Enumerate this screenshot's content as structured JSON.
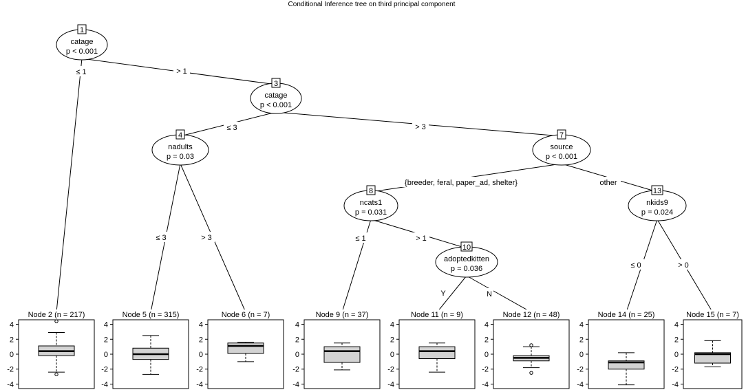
{
  "title": "Conditional Inference tree on third principal component",
  "inner_nodes": [
    {
      "id": "1",
      "variable": "catage",
      "p": "p < 0.001"
    },
    {
      "id": "3",
      "variable": "catage",
      "p": "p < 0.001"
    },
    {
      "id": "4",
      "variable": "nadults",
      "p": "p = 0.03"
    },
    {
      "id": "7",
      "variable": "source",
      "p": "p < 0.001"
    },
    {
      "id": "8",
      "variable": "ncats1",
      "p": "p = 0.031"
    },
    {
      "id": "10",
      "variable": "adoptedkitten",
      "p": "p = 0.036"
    },
    {
      "id": "13",
      "variable": "nkids9",
      "p": "p = 0.024"
    }
  ],
  "edges": [
    {
      "from": "1",
      "to": "2",
      "label": "≤ 1"
    },
    {
      "from": "1",
      "to": "3",
      "label": "> 1"
    },
    {
      "from": "3",
      "to": "4",
      "label": "≤ 3"
    },
    {
      "from": "3",
      "to": "7",
      "label": "> 3"
    },
    {
      "from": "4",
      "to": "5",
      "label": "≤ 3"
    },
    {
      "from": "4",
      "to": "6",
      "label": "> 3"
    },
    {
      "from": "7",
      "to": "8",
      "label": "{breeder, feral, paper_ad, shelter}"
    },
    {
      "from": "7",
      "to": "13",
      "label": "other"
    },
    {
      "from": "8",
      "to": "9",
      "label": "≤ 1"
    },
    {
      "from": "8",
      "to": "10",
      "label": "> 1"
    },
    {
      "from": "10",
      "to": "11",
      "label": "Y"
    },
    {
      "from": "10",
      "to": "12",
      "label": "N"
    },
    {
      "from": "13",
      "to": "14",
      "label": "≤ 0"
    },
    {
      "from": "13",
      "to": "15",
      "label": "> 0"
    }
  ],
  "y_axis": {
    "ticks": [
      "4",
      "2",
      "0",
      "-2",
      "-4"
    ],
    "range": [
      -4.6,
      4.6
    ]
  },
  "leaves": [
    {
      "id": "2",
      "title": "Node 2 (n = 217)",
      "box": {
        "min": -2.4,
        "q1": -0.2,
        "median": 0.4,
        "q3": 1.1,
        "max": 2.9
      },
      "outliers": [
        4.4,
        -2.7
      ]
    },
    {
      "id": "5",
      "title": "Node 5 (n = 315)",
      "box": {
        "min": -2.7,
        "q1": -0.7,
        "median": 0.0,
        "q3": 0.8,
        "max": 2.5
      },
      "outliers": []
    },
    {
      "id": "6",
      "title": "Node 6 (n = 7)",
      "box": {
        "min": -1.0,
        "q1": 0.1,
        "median": 1.1,
        "q3": 1.5,
        "max": 1.6
      },
      "outliers": []
    },
    {
      "id": "9",
      "title": "Node 9 (n = 37)",
      "box": {
        "min": -2.1,
        "q1": -1.1,
        "median": 0.4,
        "q3": 1.0,
        "max": 1.5
      },
      "outliers": []
    },
    {
      "id": "11",
      "title": "Node 11 (n = 9)",
      "box": {
        "min": -2.4,
        "q1": -0.6,
        "median": 0.4,
        "q3": 1.0,
        "max": 1.5
      },
      "outliers": []
    },
    {
      "id": "12",
      "title": "Node 12 (n = 48)",
      "box": {
        "min": -1.8,
        "q1": -0.9,
        "median": -0.5,
        "q3": -0.2,
        "max": 1.0
      },
      "outliers": [
        1.2,
        -2.5
      ]
    },
    {
      "id": "14",
      "title": "Node 14 (n = 25)",
      "box": {
        "min": -4.1,
        "q1": -2.0,
        "median": -1.1,
        "q3": -0.9,
        "max": 0.2
      },
      "outliers": []
    },
    {
      "id": "15",
      "title": "Node 15 (n = 7)",
      "box": {
        "min": -1.7,
        "q1": -1.2,
        "median": 0.0,
        "q3": 0.2,
        "max": 1.8
      },
      "outliers": []
    }
  ],
  "colors": {
    "box_fill": "#d3d3d3",
    "stroke": "#000000",
    "background": "#ffffff"
  }
}
